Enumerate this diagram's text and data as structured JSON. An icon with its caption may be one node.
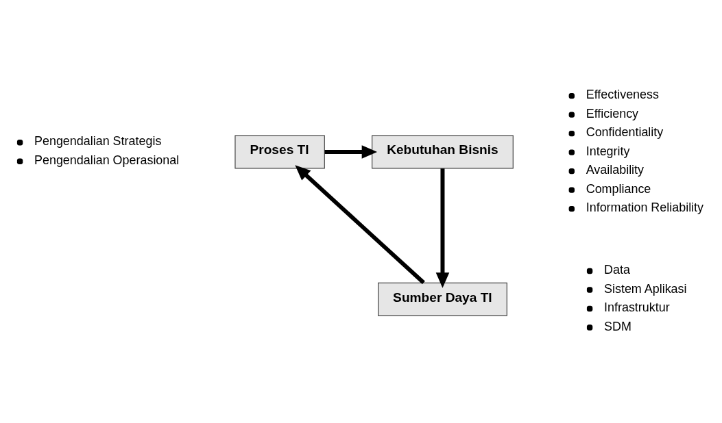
{
  "diagram": {
    "nodes": [
      {
        "text": [
          "Kebutuhan Bisnis"
        ],
        "beside": [
          "Effectiveness",
          "Efficiency",
          "Confidentiality",
          "Integrity",
          "Availability",
          "Compliance",
          "Information Reliability"
        ]
      },
      {
        "text": [
          "Proses TI"
        ],
        "beside": [
          "Pengendalian Strategis",
          "Pengendalian Operasional"
        ]
      },
      {
        "text": [
          "Sumber Daya TI"
        ],
        "beside": [
          "Data",
          "Sistem Aplikasi",
          "Infrastruktur",
          "SDM"
        ]
      }
    ],
    "edges": [
      {
        "from": 1,
        "to": 0,
        "arrow": "to"
      },
      {
        "from": 0,
        "to": 2,
        "arrow": "to"
      },
      {
        "from": 2,
        "to": 1,
        "arrow": "to"
      }
    ]
  }
}
